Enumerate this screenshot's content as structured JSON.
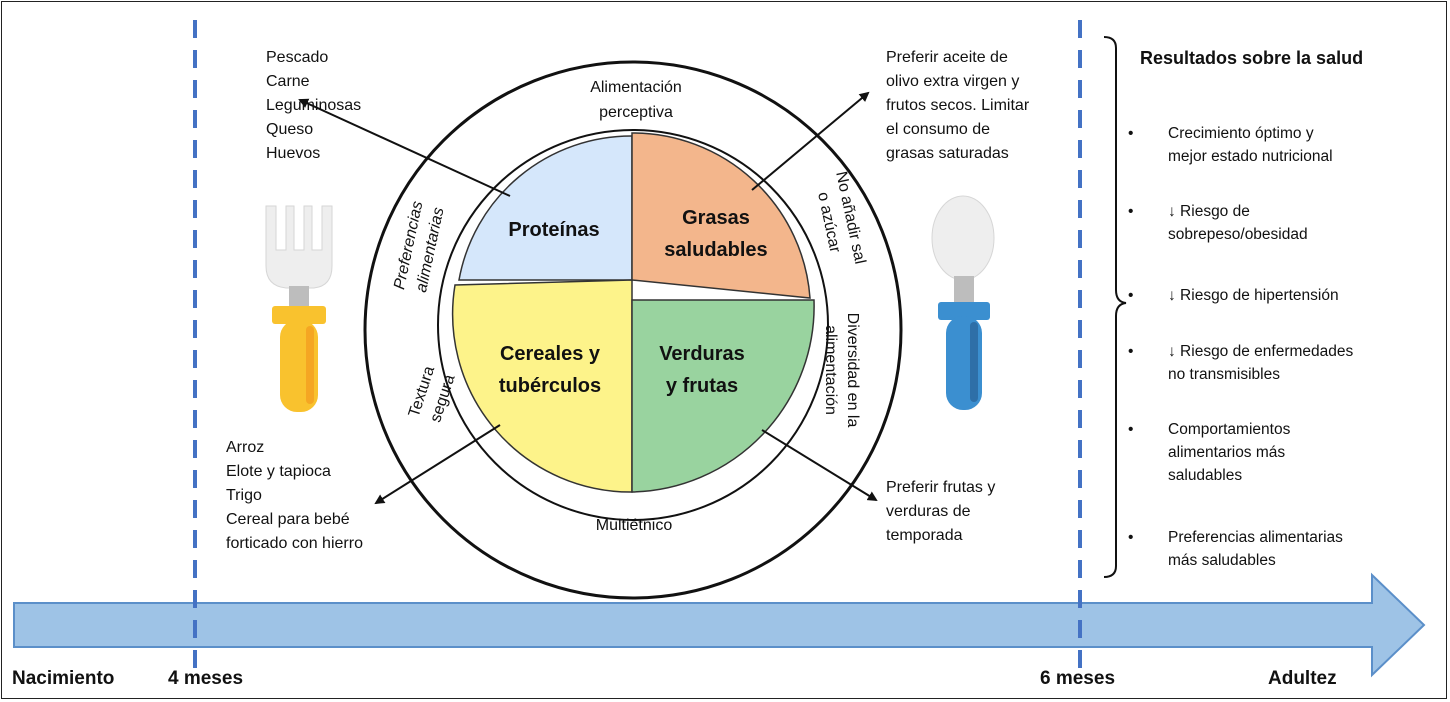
{
  "timeline": {
    "nacimiento": "Nacimiento",
    "cuatro_meses": "4 meses",
    "seis_meses": "6 meses",
    "adultez": "Adultez"
  },
  "plate": {
    "quadrants": {
      "proteinas": "Proteínas",
      "grasas": [
        "Grasas",
        "saludables"
      ],
      "cereales": [
        "Cereales y",
        "tubérculos"
      ],
      "verduras": [
        "Verduras",
        "y frutas"
      ]
    },
    "ring": {
      "top": [
        "Alimentación",
        "perceptiva"
      ],
      "bottom": "Multiétnico",
      "left_upper": [
        "Preferencias",
        "alimentarias"
      ],
      "left_lower": [
        "Textura",
        "segura"
      ],
      "right_upper": [
        "No añadir sal",
        "o azúcar"
      ],
      "right_lower": [
        "Diversidad en la",
        "alimentación"
      ]
    }
  },
  "notes": {
    "proteins": [
      "Pescado",
      "Carne",
      "Leguminosas",
      "Queso",
      "Huevos"
    ],
    "cereals": [
      "Arroz",
      "Elote y tapioca",
      "Trigo",
      "Cereal para bebé",
      "forticado con hierro"
    ],
    "fats": [
      "Preferir aceite de",
      "olivo extra virgen y",
      "frutos secos. Limitar",
      "el consumo de",
      "grasas saturadas"
    ],
    "vegetables": [
      "Preferir frutas y",
      "verduras de",
      "temporada"
    ]
  },
  "outcomes": {
    "title": "Resultados sobre la salud",
    "bullet": "•",
    "items": [
      [
        "Crecimiento óptimo y",
        "mejor estado nutricional"
      ],
      [
        "↓ Riesgo de",
        "sobrepeso/obesidad"
      ],
      [
        "↓ Riesgo de hipertensión"
      ],
      [
        "↓ Riesgo de enfermedades",
        "no transmisibles"
      ],
      [
        "Comportamientos",
        "alimentarios más",
        "saludables"
      ],
      [
        "Preferencias alimentarias",
        "más saludables"
      ]
    ]
  },
  "colors": {
    "proteinas": "#d5e7fb",
    "grasas": "#f3b68c",
    "cereales": "#fdf38a",
    "verduras": "#99d39f",
    "timeline_fill": "#9ec3e6",
    "timeline_stroke": "#5b8fc9",
    "dashed_line": "#4472c4",
    "fork_handle": "#f9c22e",
    "spoon_handle": "#3b8fd0"
  },
  "icons": {
    "fork": "fork-icon",
    "spoon": "spoon-icon"
  }
}
